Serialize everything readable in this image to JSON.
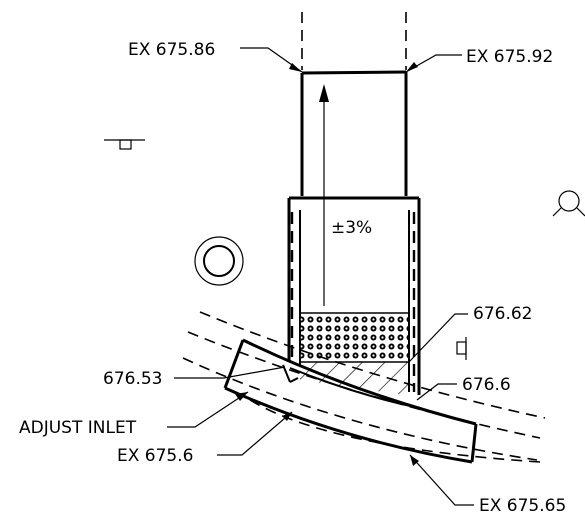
{
  "labels": {
    "ex_top_left": "EX 675.86",
    "ex_top_right": "EX 675.92",
    "slope": "±3%",
    "elev_right_upper": "676.62",
    "elev_left": "676.53",
    "elev_right_lower": "676.6",
    "adjust_inlet": "ADJUST INLET",
    "ex_bottom_left": "EX 675.6",
    "ex_bottom_right": "EX 675.65"
  },
  "symbols": [
    "catch-basin-symbol",
    "manhole-symbol",
    "light-pole-symbol",
    "sign-symbol-left",
    "sign-symbol-right"
  ]
}
